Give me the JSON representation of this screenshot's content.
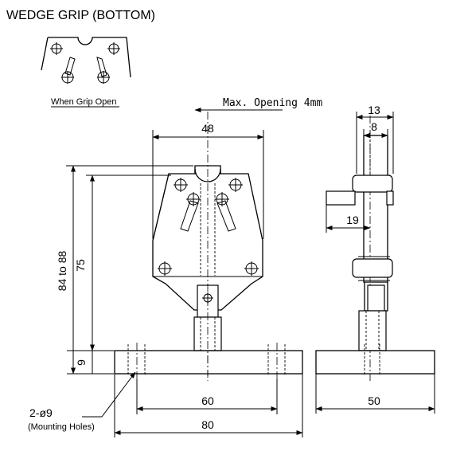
{
  "title": "WEDGE GRIP (BOTTOM)",
  "inset_caption": "When Grip Open",
  "max_opening_label": "Max. Opening 4mm",
  "dims": {
    "top_width": "48",
    "side_width": "13",
    "side_inner": "8",
    "side_offset": "19",
    "height_range": "84 to 88",
    "height_jaw": "75",
    "base_thickness": "9",
    "hole_spacing": "60",
    "base_length": "80",
    "base_width": "50"
  },
  "holes": {
    "label": "2-ø9",
    "note": "(Mounting Holes)"
  }
}
